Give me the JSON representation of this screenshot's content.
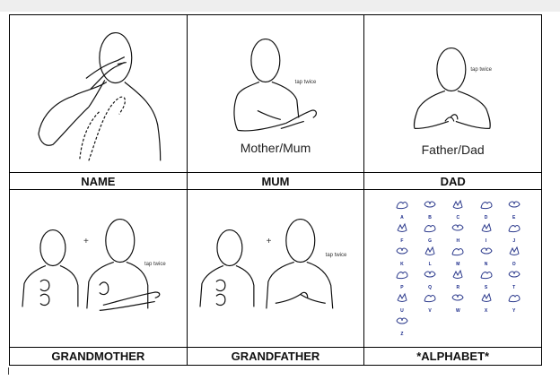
{
  "cells": [
    {
      "label": "NAME"
    },
    {
      "label": "MUM",
      "caption": "Mother/Mum",
      "note": "tap twice"
    },
    {
      "label": "DAD",
      "caption": "Father/Dad",
      "note": "tap twice"
    },
    {
      "label": "GRANDMOTHER",
      "note": "tap twice",
      "plus": "+"
    },
    {
      "label": "GRANDFATHER",
      "note": "tap twice",
      "plus": "+"
    },
    {
      "label": "*ALPHABET*"
    }
  ],
  "alphabet": [
    "A",
    "B",
    "C",
    "D",
    "E",
    "F",
    "G",
    "H",
    "I",
    "J",
    "K",
    "L",
    "M",
    "N",
    "O",
    "P",
    "Q",
    "R",
    "S",
    "T",
    "U",
    "V",
    "W",
    "X",
    "Y",
    "Z"
  ],
  "colors": {
    "ink": "#111111",
    "alphabet_ink": "#2c3a8c"
  }
}
